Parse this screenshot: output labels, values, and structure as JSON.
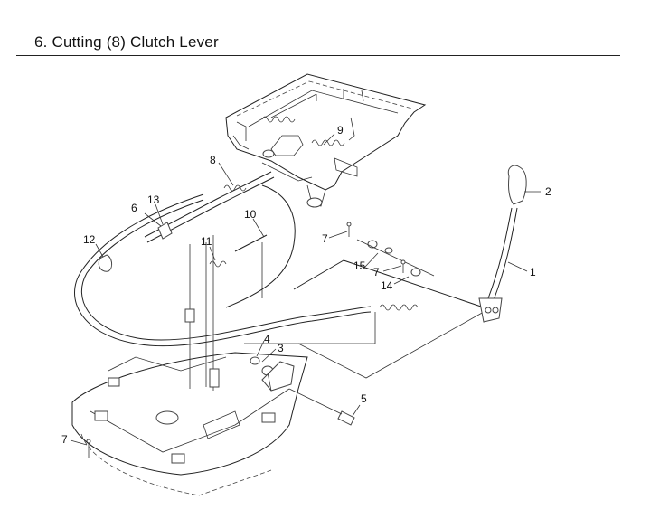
{
  "header": {
    "title": "6. Cutting (8) Clutch Lever"
  },
  "callouts": [
    {
      "id": "1",
      "label": "1"
    },
    {
      "id": "2",
      "label": "2"
    },
    {
      "id": "3",
      "label": "3"
    },
    {
      "id": "4",
      "label": "4"
    },
    {
      "id": "5",
      "label": "5"
    },
    {
      "id": "6",
      "label": "6"
    },
    {
      "id": "7a",
      "label": "7"
    },
    {
      "id": "7b",
      "label": "7"
    },
    {
      "id": "7c",
      "label": "7"
    },
    {
      "id": "8",
      "label": "8"
    },
    {
      "id": "9",
      "label": "9"
    },
    {
      "id": "10",
      "label": "10"
    },
    {
      "id": "11",
      "label": "11"
    },
    {
      "id": "12",
      "label": "12"
    },
    {
      "id": "13",
      "label": "13"
    },
    {
      "id": "14",
      "label": "14"
    },
    {
      "id": "15",
      "label": "15"
    }
  ]
}
